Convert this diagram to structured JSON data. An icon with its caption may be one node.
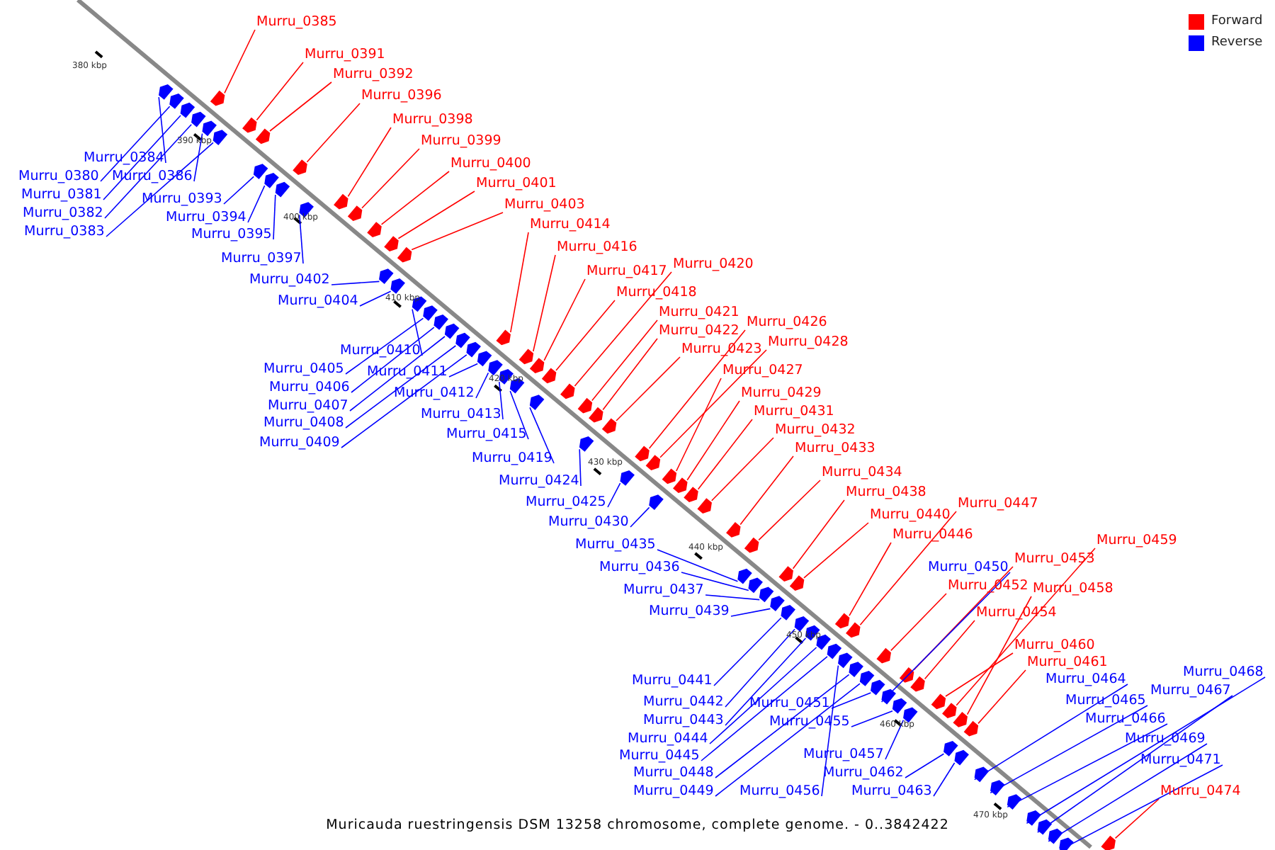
{
  "diagram": {
    "caption": "Muricauda ruestringensis DSM 13258 chromosome, complete genome. - 0..3842422",
    "nodes": [
      {
        "text": [
          "Murru_0385"
        ]
      },
      {
        "text": [
          "Murru_0391"
        ]
      },
      {
        "text": [
          "Murru_0392"
        ]
      },
      {
        "text": [
          "Murru_0396"
        ]
      },
      {
        "text": [
          "Murru_0398"
        ]
      },
      {
        "text": [
          "Murru_0399"
        ]
      },
      {
        "text": [
          "Murru_0400"
        ]
      },
      {
        "text": [
          "Murru_0401"
        ]
      },
      {
        "text": [
          "Murru_0403"
        ]
      },
      {
        "text": [
          "Murru_0414"
        ]
      },
      {
        "text": [
          "Murru_0416"
        ]
      },
      {
        "text": [
          "Murru_0417"
        ]
      },
      {
        "text": [
          "Murru_0420"
        ]
      },
      {
        "text": [
          "Murru_0418"
        ]
      },
      {
        "text": [
          "Murru_0421"
        ]
      },
      {
        "text": [
          "Murru_0426"
        ]
      },
      {
        "text": [
          "Murru_0422"
        ]
      },
      {
        "text": [
          "Murru_0428"
        ]
      },
      {
        "text": [
          "Murru_0423"
        ]
      },
      {
        "text": [
          "Murru_0427"
        ]
      },
      {
        "text": [
          "Murru_0429"
        ]
      },
      {
        "text": [
          "Murru_0431"
        ]
      },
      {
        "text": [
          "Murru_0432"
        ]
      },
      {
        "text": [
          "Murru_0433"
        ]
      },
      {
        "text": [
          "Murru_0434"
        ]
      },
      {
        "text": [
          "Murru_0438"
        ]
      },
      {
        "text": [
          "Murru_0447"
        ]
      },
      {
        "text": [
          "Murru_0440"
        ]
      },
      {
        "text": [
          "Murru_0446"
        ]
      },
      {
        "text": [
          "Murru_0453"
        ]
      },
      {
        "text": [
          "Murru_0459"
        ]
      },
      {
        "text": [
          "Murru_0452"
        ]
      },
      {
        "text": [
          "Murru_0458"
        ]
      },
      {
        "text": [
          "Murru_0454"
        ]
      },
      {
        "text": [
          "Murru_0460"
        ]
      },
      {
        "text": [
          "Murru_0461"
        ]
      },
      {
        "text": [
          "Murru_0474"
        ]
      },
      {
        "text": [
          "Murru_0384"
        ]
      },
      {
        "text": [
          "Murru_0380"
        ]
      },
      {
        "text": [
          "Murru_0386"
        ]
      },
      {
        "text": [
          "Murru_0381"
        ]
      },
      {
        "text": [
          "Murru_0382"
        ]
      },
      {
        "text": [
          "Murru_0383"
        ]
      },
      {
        "text": [
          "Murru_0393"
        ]
      },
      {
        "text": [
          "Murru_0394"
        ]
      },
      {
        "text": [
          "Murru_0395"
        ]
      },
      {
        "text": [
          "Murru_0397"
        ]
      },
      {
        "text": [
          "Murru_0402"
        ]
      },
      {
        "text": [
          "Murru_0404"
        ]
      },
      {
        "text": [
          "Murru_0410"
        ]
      },
      {
        "text": [
          "Murru_0405"
        ]
      },
      {
        "text": [
          "Murru_0411"
        ]
      },
      {
        "text": [
          "Murru_0406"
        ]
      },
      {
        "text": [
          "Murru_0412"
        ]
      },
      {
        "text": [
          "Murru_0407"
        ]
      },
      {
        "text": [
          "Murru_0408"
        ]
      },
      {
        "text": [
          "Murru_0409"
        ]
      },
      {
        "text": [
          "Murru_0413"
        ]
      },
      {
        "text": [
          "Murru_0415"
        ]
      },
      {
        "text": [
          "Murru_0419"
        ]
      },
      {
        "text": [
          "Murru_0424"
        ]
      },
      {
        "text": [
          "Murru_0425"
        ]
      },
      {
        "text": [
          "Murru_0430"
        ]
      },
      {
        "text": [
          "Murru_0435"
        ]
      },
      {
        "text": [
          "Murru_0436"
        ]
      },
      {
        "text": [
          "Murru_0437"
        ]
      },
      {
        "text": [
          "Murru_0439"
        ]
      },
      {
        "text": [
          "Murru_0450"
        ]
      },
      {
        "text": [
          "Murru_0441"
        ]
      },
      {
        "text": [
          "Murru_0442"
        ]
      },
      {
        "text": [
          "Murru_0443"
        ]
      },
      {
        "text": [
          "Murru_0444"
        ]
      },
      {
        "text": [
          "Murru_0445"
        ]
      },
      {
        "text": [
          "Murru_0448"
        ]
      },
      {
        "text": [
          "Murru_0449"
        ]
      },
      {
        "text": [
          "Murru_0451"
        ]
      },
      {
        "text": [
          "Murru_0455"
        ]
      },
      {
        "text": [
          "Murru_0457"
        ]
      },
      {
        "text": [
          "Murru_0456"
        ]
      },
      {
        "text": [
          "Murru_0462"
        ]
      },
      {
        "text": [
          "Murru_0463"
        ]
      },
      {
        "text": [
          "Murru_0464"
        ]
      },
      {
        "text": [
          "Murru_0465"
        ]
      },
      {
        "text": [
          "Murru_0466"
        ]
      },
      {
        "text": [
          "Murru_0468"
        ]
      },
      {
        "text": [
          "Murru_0467"
        ]
      },
      {
        "text": [
          "Murru_0469"
        ]
      },
      {
        "text": [
          "Murru_0471"
        ]
      },
      {
        "text": [],
        "shape": "arrow"
      },
      {
        "text": [],
        "shape": "arrow"
      },
      {
        "text": [],
        "shape": "arrow"
      },
      {
        "text": [],
        "shape": "arrow"
      },
      {
        "text": [],
        "shape": "arrow"
      },
      {
        "text": [],
        "shape": "arrow"
      },
      {
        "text": [],
        "shape": "arrow"
      },
      {
        "text": [],
        "shape": "arrow"
      },
      {
        "text": [],
        "shape": "arrow"
      },
      {
        "text": [],
        "shape": "arrow"
      },
      {
        "text": [],
        "shape": "arrow"
      },
      {
        "text": [],
        "shape": "arrow"
      },
      {
        "text": [],
        "shape": "arrow"
      },
      {
        "text": [],
        "shape": "arrow"
      },
      {
        "text": [],
        "shape": "arrow"
      },
      {
        "text": [],
        "shape": "arrow"
      },
      {
        "text": [],
        "shape": "arrow"
      },
      {
        "text": [],
        "shape": "arrow"
      },
      {
        "text": [],
        "shape": "arrow"
      },
      {
        "text": [],
        "shape": "arrow"
      },
      {
        "text": [],
        "shape": "arrow"
      },
      {
        "text": [],
        "shape": "arrow"
      },
      {
        "text": [],
        "shape": "arrow"
      },
      {
        "text": [],
        "shape": "arrow"
      },
      {
        "text": [],
        "shape": "arrow"
      },
      {
        "text": [],
        "shape": "arrow"
      },
      {
        "text": [],
        "shape": "arrow"
      },
      {
        "text": [],
        "shape": "arrow"
      },
      {
        "text": [],
        "shape": "arrow"
      },
      {
        "text": [],
        "shape": "arrow"
      },
      {
        "text": [],
        "shape": "arrow"
      },
      {
        "text": [],
        "shape": "arrow"
      },
      {
        "text": [],
        "shape": "arrow"
      },
      {
        "text": [],
        "shape": "arrow"
      },
      {
        "text": [],
        "shape": "arrow"
      },
      {
        "text": [],
        "shape": "arrow"
      },
      {
        "text": [],
        "shape": "arrow"
      },
      {
        "text": [],
        "shape": "arrow"
      },
      {
        "text": [],
        "shape": "arrow"
      },
      {
        "text": [],
        "shape": "arrow"
      },
      {
        "text": [],
        "shape": "arrow"
      },
      {
        "text": [],
        "shape": "arrow"
      },
      {
        "text": [],
        "shape": "arrow"
      },
      {
        "text": [],
        "shape": "arrow"
      },
      {
        "text": [],
        "shape": "arrow"
      },
      {
        "text": [],
        "shape": "arrow"
      },
      {
        "text": [],
        "shape": "arrow"
      },
      {
        "text": [],
        "shape": "arrow"
      },
      {
        "text": [],
        "shape": "arrow"
      },
      {
        "text": [],
        "shape": "arrow"
      },
      {
        "text": [],
        "shape": "arrow"
      },
      {
        "text": [],
        "shape": "arrow"
      },
      {
        "text": [],
        "shape": "arrow"
      },
      {
        "text": [],
        "shape": "arrow"
      },
      {
        "text": [],
        "shape": "arrow"
      },
      {
        "text": [],
        "shape": "arrow"
      },
      {
        "text": [],
        "shape": "arrow"
      },
      {
        "text": [],
        "shape": "arrow"
      },
      {
        "text": [],
        "shape": "arrow"
      },
      {
        "text": [],
        "shape": "arrow"
      },
      {
        "text": [],
        "shape": "arrow"
      },
      {
        "text": [],
        "shape": "arrow"
      },
      {
        "text": [],
        "shape": "arrow"
      },
      {
        "text": [],
        "shape": "arrow"
      },
      {
        "text": [],
        "shape": "arrow"
      },
      {
        "text": [],
        "shape": "arrow"
      },
      {
        "text": [],
        "shape": "arrow"
      },
      {
        "text": [],
        "shape": "arrow"
      },
      {
        "text": [],
        "shape": "arrow"
      },
      {
        "text": [],
        "shape": "arrow"
      },
      {
        "text": [],
        "shape": "arrow"
      },
      {
        "text": [],
        "shape": "arrow"
      },
      {
        "text": [],
        "shape": "arrow"
      },
      {
        "text": [],
        "shape": "arrow"
      },
      {
        "text": [],
        "shape": "arrow"
      },
      {
        "text": [],
        "shape": "arrow"
      },
      {
        "text": [],
        "shape": "arrow"
      },
      {
        "text": [],
        "shape": "arrow"
      },
      {
        "text": [],
        "shape": "arrow"
      },
      {
        "text": [],
        "shape": "arrow"
      },
      {
        "text": [],
        "shape": "arrow"
      },
      {
        "text": [],
        "shape": "arrow"
      },
      {
        "text": [],
        "shape": "arrow"
      },
      {
        "text": [],
        "shape": "arrow"
      },
      {
        "text": [],
        "shape": "arrow"
      },
      {
        "text": [],
        "shape": "arrow"
      },
      {
        "text": [],
        "shape": "arrow"
      },
      {
        "text": [],
        "shape": "arrow"
      }
    ],
    "edges": [
      {
        "from": 0,
        "to": 88,
        "arrow": "none",
        "color": "#ff0000"
      },
      {
        "from": 1,
        "to": 89,
        "arrow": "none",
        "color": "#ff0000"
      },
      {
        "from": 2,
        "to": 90,
        "arrow": "none",
        "color": "#ff0000"
      },
      {
        "from": 3,
        "to": 91,
        "arrow": "none",
        "color": "#ff0000"
      },
      {
        "from": 4,
        "to": 92,
        "arrow": "none",
        "color": "#ff0000"
      },
      {
        "from": 5,
        "to": 93,
        "arrow": "none",
        "color": "#ff0000"
      },
      {
        "from": 6,
        "to": 94,
        "arrow": "none",
        "color": "#ff0000"
      },
      {
        "from": 7,
        "to": 95,
        "arrow": "none",
        "color": "#ff0000"
      },
      {
        "from": 8,
        "to": 96,
        "arrow": "none",
        "color": "#ff0000"
      },
      {
        "from": 9,
        "to": 97,
        "arrow": "none",
        "color": "#ff0000"
      },
      {
        "from": 10,
        "to": 98,
        "arrow": "none",
        "color": "#ff0000"
      },
      {
        "from": 11,
        "to": 99,
        "arrow": "none",
        "color": "#ff0000"
      },
      {
        "from": 12,
        "to": 100,
        "arrow": "none",
        "color": "#ff0000"
      },
      {
        "from": 13,
        "to": 101,
        "arrow": "none",
        "color": "#ff0000"
      },
      {
        "from": 14,
        "to": 102,
        "arrow": "none",
        "color": "#ff0000"
      },
      {
        "from": 15,
        "to": 103,
        "arrow": "none",
        "color": "#ff0000"
      },
      {
        "from": 16,
        "to": 104,
        "arrow": "none",
        "color": "#ff0000"
      },
      {
        "from": 17,
        "to": 105,
        "arrow": "none",
        "color": "#ff0000"
      },
      {
        "from": 18,
        "to": 106,
        "arrow": "none",
        "color": "#ff0000"
      },
      {
        "from": 19,
        "to": 107,
        "arrow": "none",
        "color": "#ff0000"
      },
      {
        "from": 20,
        "to": 108,
        "arrow": "none",
        "color": "#ff0000"
      },
      {
        "from": 21,
        "to": 109,
        "arrow": "none",
        "color": "#ff0000"
      },
      {
        "from": 22,
        "to": 110,
        "arrow": "none",
        "color": "#ff0000"
      },
      {
        "from": 23,
        "to": 111,
        "arrow": "none",
        "color": "#ff0000"
      },
      {
        "from": 24,
        "to": 112,
        "arrow": "none",
        "color": "#ff0000"
      },
      {
        "from": 25,
        "to": 113,
        "arrow": "none",
        "color": "#ff0000"
      },
      {
        "from": 26,
        "to": 114,
        "arrow": "none",
        "color": "#ff0000"
      },
      {
        "from": 27,
        "to": 115,
        "arrow": "none",
        "color": "#ff0000"
      },
      {
        "from": 28,
        "to": 116,
        "arrow": "none",
        "color": "#ff0000"
      },
      {
        "from": 29,
        "to": 117,
        "arrow": "none",
        "color": "#ff0000"
      },
      {
        "from": 30,
        "to": 118,
        "arrow": "none",
        "color": "#ff0000"
      },
      {
        "from": 31,
        "to": 119,
        "arrow": "none",
        "color": "#ff0000"
      },
      {
        "from": 32,
        "to": 120,
        "arrow": "none",
        "color": "#ff0000"
      },
      {
        "from": 33,
        "to": 121,
        "arrow": "none",
        "color": "#ff0000"
      },
      {
        "from": 34,
        "to": 122,
        "arrow": "none",
        "color": "#ff0000"
      },
      {
        "from": 35,
        "to": 123,
        "arrow": "none",
        "color": "#ff0000"
      },
      {
        "from": 36,
        "to": 124,
        "arrow": "none",
        "color": "#ff0000"
      },
      {
        "from": 37,
        "to": 125,
        "arrow": "none"
      },
      {
        "from": 38,
        "to": 126,
        "arrow": "none"
      },
      {
        "from": 39,
        "to": 127,
        "arrow": "none"
      },
      {
        "from": 40,
        "to": 128,
        "arrow": "none"
      },
      {
        "from": 41,
        "to": 129,
        "arrow": "none"
      },
      {
        "from": 42,
        "to": 130,
        "arrow": "none"
      },
      {
        "from": 43,
        "to": 131,
        "arrow": "none"
      },
      {
        "from": 44,
        "to": 132,
        "arrow": "none"
      },
      {
        "from": 45,
        "to": 133,
        "arrow": "none"
      },
      {
        "from": 46,
        "to": 134,
        "arrow": "none"
      },
      {
        "from": 47,
        "to": 135,
        "arrow": "none"
      },
      {
        "from": 48,
        "to": 136,
        "arrow": "none"
      },
      {
        "from": 49,
        "to": 137,
        "arrow": "none"
      },
      {
        "from": 50,
        "to": 138,
        "arrow": "none"
      },
      {
        "from": 51,
        "to": 139,
        "arrow": "none"
      },
      {
        "from": 52,
        "to": 140,
        "arrow": "none"
      },
      {
        "from": 53,
        "to": 141,
        "arrow": "none"
      },
      {
        "from": 54,
        "to": 142,
        "arrow": "none"
      },
      {
        "from": 55,
        "to": 143,
        "arrow": "none"
      },
      {
        "from": 56,
        "to": 144,
        "arrow": "none"
      },
      {
        "from": 57,
        "to": 145,
        "arrow": "none"
      },
      {
        "from": 58,
        "to": 146,
        "arrow": "none"
      },
      {
        "from": 59,
        "to": 147,
        "arrow": "none"
      },
      {
        "from": 60,
        "to": 148,
        "arrow": "none"
      },
      {
        "from": 61,
        "to": 149,
        "arrow": "none"
      },
      {
        "from": 62,
        "to": 150,
        "arrow": "none"
      },
      {
        "from": 63,
        "to": 151,
        "arrow": "none"
      },
      {
        "from": 64,
        "to": 152,
        "arrow": "none"
      },
      {
        "from": 65,
        "to": 153,
        "arrow": "none"
      },
      {
        "from": 66,
        "to": 154,
        "arrow": "none"
      },
      {
        "from": 67,
        "to": 155,
        "arrow": "none"
      },
      {
        "from": 68,
        "to": 156,
        "arrow": "none"
      },
      {
        "from": 69,
        "to": 157,
        "arrow": "none"
      },
      {
        "from": 70,
        "to": 158,
        "arrow": "none"
      },
      {
        "from": 71,
        "to": 159,
        "arrow": "none"
      },
      {
        "from": 72,
        "to": 160,
        "arrow": "none"
      },
      {
        "from": 73,
        "to": 161,
        "arrow": "none"
      },
      {
        "from": 74,
        "to": 162,
        "arrow": "none"
      },
      {
        "from": 75,
        "to": 163,
        "arrow": "none"
      },
      {
        "from": 76,
        "to": 164,
        "arrow": "none"
      },
      {
        "from": 77,
        "to": 165,
        "arrow": "none"
      },
      {
        "from": 78,
        "to": 166,
        "arrow": "none"
      },
      {
        "from": 79,
        "to": 167,
        "arrow": "none"
      },
      {
        "from": 80,
        "to": 168,
        "arrow": "none"
      },
      {
        "from": 81,
        "to": 169,
        "arrow": "none"
      },
      {
        "from": 82,
        "to": 170,
        "arrow": "none"
      },
      {
        "from": 83,
        "to": 171,
        "arrow": "none"
      },
      {
        "from": 84,
        "to": 172,
        "arrow": "none"
      },
      {
        "from": 85,
        "to": 173,
        "arrow": "none"
      },
      {
        "from": 86,
        "to": 174,
        "arrow": "none"
      },
      {
        "from": 87,
        "to": 175,
        "arrow": "none"
      }
    ],
    "labels": [
      "380 kbp",
      "390 kbp",
      "400 kbp",
      "410 kbp",
      "420 kbp",
      "430 kbp",
      "440 kbp",
      "450 kbp",
      "460 kbp",
      "470 kbp"
    ],
    "legend": [
      {
        "text": "Forward",
        "color": "#ff0000"
      },
      {
        "text": "Reverse",
        "color": "#0000ff"
      }
    ]
  }
}
